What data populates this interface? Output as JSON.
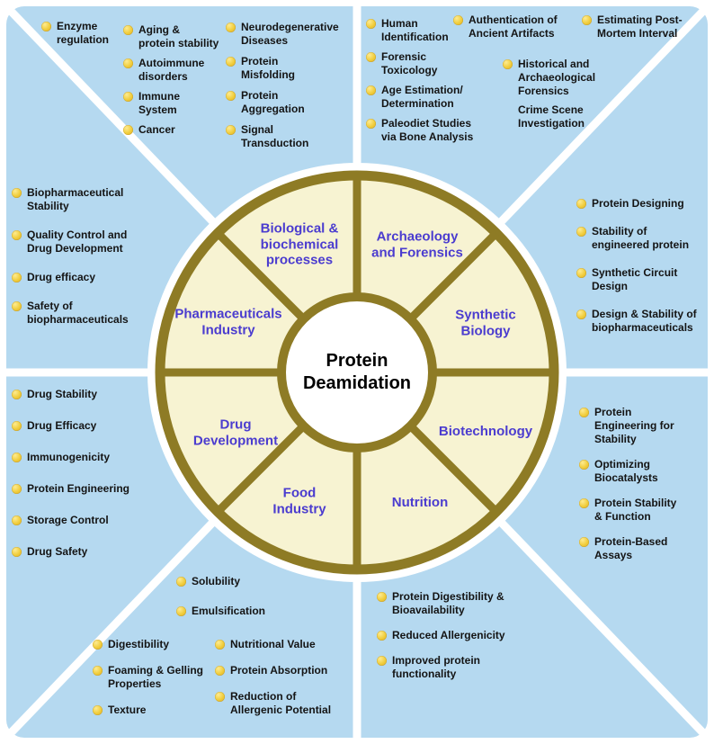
{
  "figure": {
    "center_label": "Protein\nDeamidation"
  },
  "colors": {
    "panel_blue": "#b5d9f0",
    "divider_white": "#ffffff",
    "wheel_ring": "#8e7b25",
    "wheel_fill": "#f7f3d2",
    "center_fill": "#ffffff",
    "sector_label_purple": "#4b3ccf",
    "bullet_yellow": "#f0cc3a",
    "text_black": "#141414"
  },
  "sectors": [
    {
      "id": "biological-biochemical",
      "label": "Biological &\nbiochemical\nprocesses"
    },
    {
      "id": "archaeology-forensics",
      "label": "Archaeology\nand Forensics"
    },
    {
      "id": "synthetic-biology",
      "label": "Synthetic\nBiology"
    },
    {
      "id": "biotechnology",
      "label": "Biotechnology"
    },
    {
      "id": "nutrition",
      "label": "Nutrition"
    },
    {
      "id": "food-industry",
      "label": "Food\nIndustry"
    },
    {
      "id": "drug-development",
      "label": "Drug\nDevelopment"
    },
    {
      "id": "pharmaceuticals-industry",
      "label": "Pharmaceuticals\nIndustry"
    }
  ],
  "regions": {
    "biological": {
      "col1": [
        "Enzyme\nregulation"
      ],
      "col2": [
        "Aging &\nprotein stability",
        "Autoimmune\ndisorders",
        "Immune\nSystem",
        "Cancer"
      ],
      "col3": [
        "Neurodegenerative\nDiseases",
        "Protein\nMisfolding",
        "Protein\nAggregation",
        "Signal\nTransduction"
      ]
    },
    "archaeology": {
      "col1": [
        "Human\nIdentification",
        "Forensic\nToxicology",
        "Age Estimation/\nDetermination",
        "Paleodiet Studies\nvia Bone Analysis"
      ],
      "col2": [
        "Authentication of\nAncient Artifacts"
      ],
      "col3": [
        "Historical and\nArchaeological\nForensics",
        {
          "text": "Crime Scene\nInvestigation",
          "bullet": false
        }
      ],
      "col4": [
        "Estimating Post-\nMortem Interval"
      ]
    },
    "pharmaceuticals": {
      "col1": [
        "Biopharmaceutical\nStability",
        "Quality Control and\nDrug Development",
        "Drug efficacy",
        "Safety of\nbiopharmaceuticals"
      ]
    },
    "synthetic_biology": {
      "col1": [
        "Protein Designing",
        "Stability of\nengineered protein",
        "Synthetic Circuit\nDesign",
        "Design & Stability of\nbiopharmaceuticals"
      ]
    },
    "drug_development": {
      "col1": [
        "Drug Stability",
        "Drug Efficacy",
        "Immunogenicity",
        "Protein Engineering",
        "Storage Control",
        "Drug Safety"
      ]
    },
    "biotechnology": {
      "col1": [
        "Protein\nEngineering for\nStability",
        "Optimizing\nBiocatalysts",
        "Protein Stability\n& Function",
        "Protein-Based\nAssays"
      ]
    },
    "food_industry": {
      "col1": [
        "Solubility",
        "Emulsification"
      ],
      "col2": [
        "Digestibility",
        "Foaming & Gelling\nProperties",
        "Texture"
      ],
      "col3": [
        "Nutritional Value",
        "Protein Absorption",
        "Reduction of\nAllergenic Potential"
      ]
    },
    "nutrition": {
      "col1": [
        "Protein Digestibility &\nBioavailability",
        "Reduced Allergenicity",
        "Improved protein\nfunctionality"
      ]
    }
  }
}
